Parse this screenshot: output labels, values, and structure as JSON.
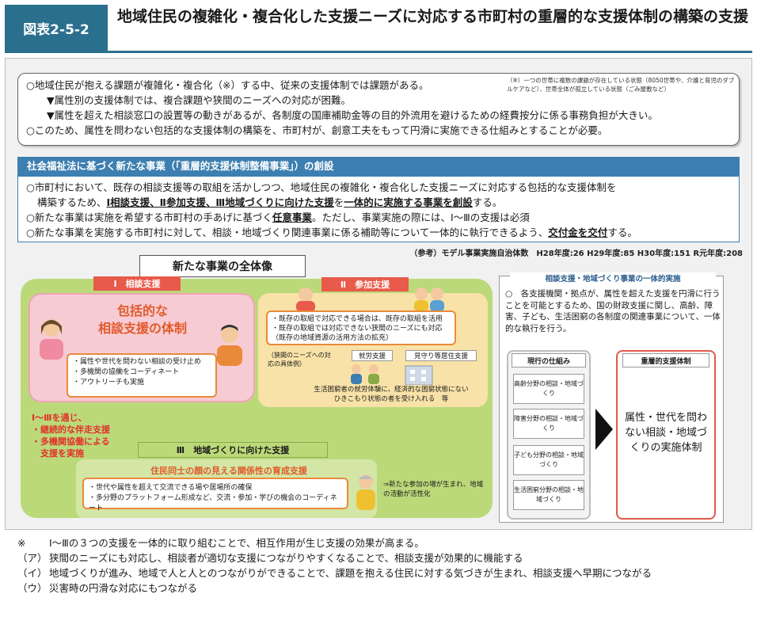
{
  "header": {
    "tag": "図表2-5-2",
    "title": "地域住民の複雑化・複合化した支援ニーズに対応する市町村の重層的な支援体制の構築の支援"
  },
  "intro": {
    "line1": "○地域住民が抱える課題が複雑化・複合化（※）する中、従来の支援体制では課題がある。",
    "line2": "▼属性別の支援体制では、複合課題や狭間のニーズへの対応が困難。",
    "line3": "▼属性を超えた相談窓口の設置等の動きがあるが、各制度の国庫補助金等の目的外流用を避けるための経費按分に係る事務負担が大きい。",
    "line4": "○このため、属性を問わない包括的な支援体制の構築を、市町村が、創意工夫をもって円滑に実施できる仕組みとすることが必要。",
    "note": "（※）一つの世帯に複数の課題が存在している状態（8050世帯や、介護と育児のダブルケアなど）、世帯全体が孤立している状態（ごみ屋敷など）"
  },
  "law": {
    "head": "社会福祉法に基づく新たな事業（「重層的支援体制整備事業」）の創設",
    "p1a": "○市町村において、既存の相談支援等の取組を活かしつつ、地域住民の複雑化・複合化した支援ニーズに対応する包括的な支援体制を",
    "p1b_pre": "構築するため、",
    "p1b_u1": "Ⅰ相談支援、Ⅱ参加支援、Ⅲ地域づくりに向けた支援",
    "p1b_mid": "を",
    "p1b_u2": "一体的に実施する事業を創設",
    "p1b_post": "する。",
    "p2_pre": "○新たな事業は実施を希望する市町村の手あげに基づく",
    "p2_u": "任意事業",
    "p2_post": "。ただし、事業実施の際には、Ⅰ～Ⅲの支援は必須",
    "p3_pre": "○新たな事業を実施する市町村に対して、相談・地域づくり関連事業に係る補助等について一体的に執行できるよう、",
    "p3_u": "交付金を交付",
    "p3_post": "する。"
  },
  "ref": "（参考）モデル事業実施自治体数　H28年度:26  H29年度:85  H30年度:151  R元年度:208",
  "diagram": {
    "overall_title": "新たな事業の全体像",
    "pill1": "Ⅰ　相談支援",
    "pill2": "Ⅱ　参加支援",
    "pill3": "Ⅲ　地域づくりに向けた支援",
    "sodan_title1": "包括的な",
    "sodan_title2": "相談支援の体制",
    "sodan_list": [
      "・属性や世代を問わない相談の受け止め",
      "・多機関の協働をコーディネート",
      "・アウトリーチも実施"
    ],
    "sanka_list": [
      "・既存の取組で対応できる場合は、既存の取組を活用",
      "・既存の取組では対応できない狭間のニーズにも対応",
      "（既存の地域資源の活用方法の拡充）"
    ],
    "sanka_example": "（狭間のニーズへの対応の具体例）",
    "tag1": "就労支援",
    "tag2": "見守り等居住支援",
    "sanka_foot1": "生活困窮者の就労体験に、経済的な困窮状態にない",
    "sanka_foot2": "ひきこもり状態の者を受け入れる　等",
    "red_note": [
      "Ⅰ～Ⅲを通じ、",
      "・継続的な伴走支援",
      "・多機関協働による",
      "　支援を実施"
    ],
    "chiiki_title": "住民同士の顔の見える関係性の育成支援",
    "chiiki_list": [
      "・世代や属性を超えて交流できる場や居場所の確保",
      "・多分野のプラットフォーム形成など、交流・参加・学びの機会のコーディネート"
    ],
    "chiiki_arrow": "⇒新たな参加の場が生まれ、地域の活動が活性化"
  },
  "right_panel": {
    "head": "相談支援・地域づくり事業の一体的実施",
    "text": "○　各支援機関・拠点が、属性を超えた支援を円滑に行うことを可能とするため、国の財政支援に関し、高齢、障害、子ども、生活困窮の各制度の関連事業について、一体的な執行を行う。",
    "gen_head": "現行の仕組み",
    "gen_items": [
      "高齢分野の相談・地域づくり",
      "障害分野の相談・地域づくり",
      "子ども分野の相談・地域づくり",
      "生活困窮分野の相談・地域づくり"
    ],
    "jus_head": "重層的支援体制",
    "jus_text": "属性・世代を問わない相談・地域づくりの実施体制"
  },
  "footer": [
    {
      "label": "※",
      "text": "Ⅰ～Ⅲの３つの支援を一体的に取り組むことで、相互作用が生じ支援の効果が高まる。"
    },
    {
      "label": "（ア）",
      "text": "狭間のニーズにも対応し、相談者が適切な支援につながりやすくなることで、相談支援が効果的に機能する"
    },
    {
      "label": "（イ）",
      "text": "地域づくりが進み、地域で人と人とのつながりができることで、課題を抱える住民に対する気づきが生まれ、相談支援へ早期につながる"
    },
    {
      "label": "（ウ）",
      "text": "災害時の円滑な対応にもつながる"
    }
  ],
  "colors": {
    "header": "#2a6f8e",
    "law_head": "#3d7fb0",
    "green": "#bcd97a",
    "pink": "#f7cbd3",
    "accent_red": "#e0322a"
  }
}
